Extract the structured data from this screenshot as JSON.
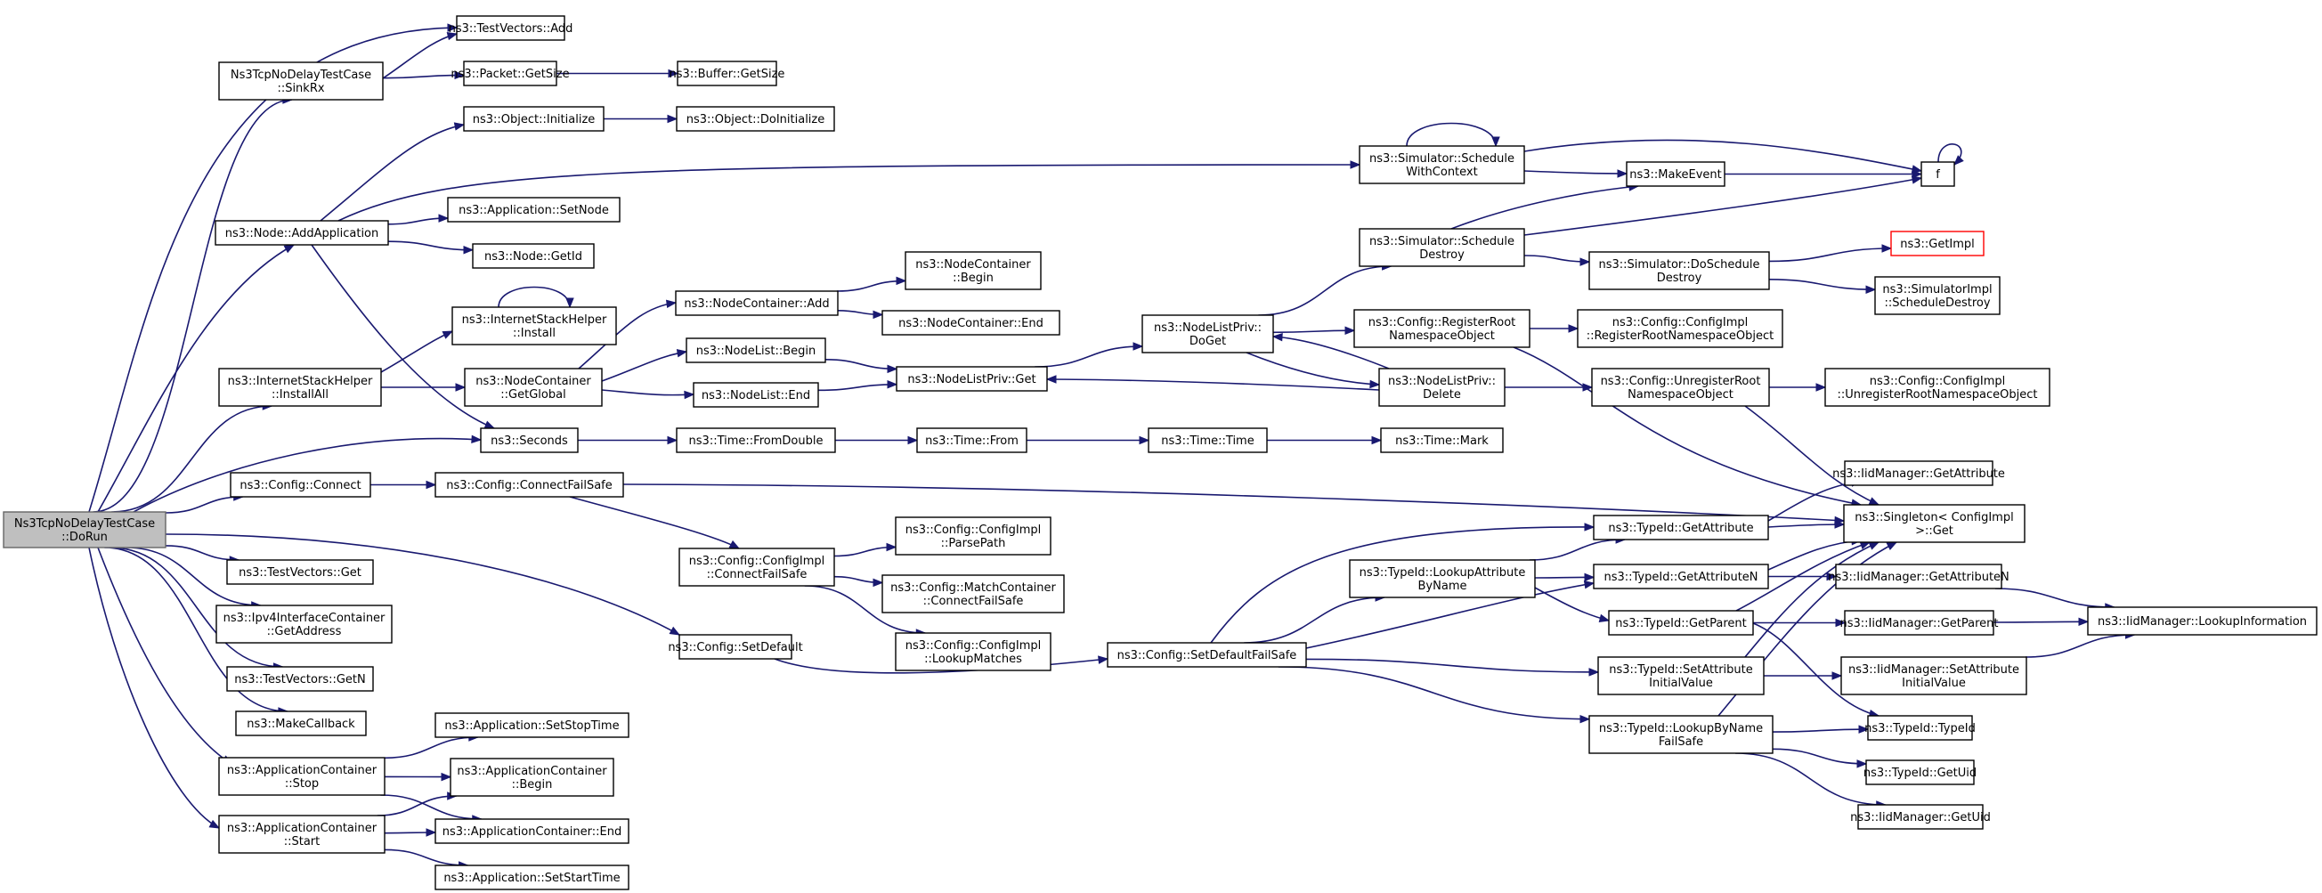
{
  "colors": {
    "edge": "#191970",
    "node_border": "#000000",
    "node_fill": "#ffffff",
    "root_fill": "#bfbfbf",
    "root_border": "#666666",
    "missing_border": "#ff0000"
  },
  "nodes": [
    {
      "id": "root",
      "lines": [
        "Ns3TcpNoDelayTestCase",
        "::DoRun"
      ],
      "root": true
    },
    {
      "id": "tva",
      "lines": [
        "ns3::TestVectors::Add"
      ]
    },
    {
      "id": "sinkrx",
      "lines": [
        "Ns3TcpNoDelayTestCase",
        "::SinkRx"
      ]
    },
    {
      "id": "pktsize",
      "lines": [
        "ns3::Packet::GetSize"
      ]
    },
    {
      "id": "bufsize",
      "lines": [
        "ns3::Buffer::GetSize"
      ]
    },
    {
      "id": "objinit",
      "lines": [
        "ns3::Object::Initialize"
      ]
    },
    {
      "id": "objdoinit",
      "lines": [
        "ns3::Object::DoInitialize"
      ]
    },
    {
      "id": "addapp",
      "lines": [
        "ns3::Node::AddApplication"
      ]
    },
    {
      "id": "setnode",
      "lines": [
        "ns3::Application::SetNode"
      ]
    },
    {
      "id": "getid",
      "lines": [
        "ns3::Node::GetId"
      ]
    },
    {
      "id": "ishinst",
      "lines": [
        "ns3::InternetStackHelper",
        "::Install"
      ]
    },
    {
      "id": "ishall",
      "lines": [
        "ns3::InternetStackHelper",
        "::InstallAll"
      ]
    },
    {
      "id": "ncglob",
      "lines": [
        "ns3::NodeContainer",
        "::GetGlobal"
      ]
    },
    {
      "id": "ncadd",
      "lines": [
        "ns3::NodeContainer::Add"
      ]
    },
    {
      "id": "ncbegin",
      "lines": [
        "ns3::NodeContainer",
        "::Begin"
      ]
    },
    {
      "id": "ncend",
      "lines": [
        "ns3::NodeContainer::End"
      ]
    },
    {
      "id": "nlbegin",
      "lines": [
        "ns3::NodeList::Begin"
      ]
    },
    {
      "id": "nlend",
      "lines": [
        "ns3::NodeList::End"
      ]
    },
    {
      "id": "nlpget",
      "lines": [
        "ns3::NodeListPriv::Get"
      ]
    },
    {
      "id": "nlpdoget",
      "lines": [
        "ns3::NodeListPriv::",
        "DoGet"
      ]
    },
    {
      "id": "nlpdel",
      "lines": [
        "ns3::NodeListPriv::",
        "Delete"
      ]
    },
    {
      "id": "seconds",
      "lines": [
        "ns3::Seconds"
      ]
    },
    {
      "id": "tfromdbl",
      "lines": [
        "ns3::Time::FromDouble"
      ]
    },
    {
      "id": "tfrom",
      "lines": [
        "ns3::Time::From"
      ]
    },
    {
      "id": "ttime",
      "lines": [
        "ns3::Time::Time"
      ]
    },
    {
      "id": "tmark",
      "lines": [
        "ns3::Time::Mark"
      ]
    },
    {
      "id": "cfgconn",
      "lines": [
        "ns3::Config::Connect"
      ]
    },
    {
      "id": "cfgconnfs",
      "lines": [
        "ns3::Config::ConnectFailSafe"
      ]
    },
    {
      "id": "ciconnfs",
      "lines": [
        "ns3::Config::ConfigImpl",
        "::ConnectFailSafe"
      ]
    },
    {
      "id": "ciparse",
      "lines": [
        "ns3::Config::ConfigImpl",
        "::ParsePath"
      ]
    },
    {
      "id": "mcconnfs",
      "lines": [
        "ns3::Config::MatchContainer",
        "::ConnectFailSafe"
      ]
    },
    {
      "id": "cilookup",
      "lines": [
        "ns3::Config::ConfigImpl",
        "::LookupMatches"
      ]
    },
    {
      "id": "cfgsetdef",
      "lines": [
        "ns3::Config::SetDefault"
      ]
    },
    {
      "id": "cfgsetdeffs",
      "lines": [
        "ns3::Config::SetDefaultFailSafe"
      ]
    },
    {
      "id": "tvget",
      "lines": [
        "ns3::TestVectors::Get"
      ]
    },
    {
      "id": "ipv4addr",
      "lines": [
        "ns3::Ipv4InterfaceContainer",
        "::GetAddress"
      ]
    },
    {
      "id": "tvgetn",
      "lines": [
        "ns3::TestVectors::GetN"
      ]
    },
    {
      "id": "mkcb",
      "lines": [
        "ns3::MakeCallback"
      ]
    },
    {
      "id": "acstop",
      "lines": [
        "ns3::ApplicationContainer",
        "::Stop"
      ]
    },
    {
      "id": "acstart",
      "lines": [
        "ns3::ApplicationContainer",
        "::Start"
      ]
    },
    {
      "id": "appstop",
      "lines": [
        "ns3::Application::SetStopTime"
      ]
    },
    {
      "id": "acbegin",
      "lines": [
        "ns3::ApplicationContainer",
        "::Begin"
      ]
    },
    {
      "id": "acend",
      "lines": [
        "ns3::ApplicationContainer::End"
      ]
    },
    {
      "id": "appstart",
      "lines": [
        "ns3::Application::SetStartTime"
      ]
    },
    {
      "id": "simsched",
      "lines": [
        "ns3::Simulator::Schedule",
        "WithContext"
      ]
    },
    {
      "id": "mkevent",
      "lines": [
        "ns3::MakeEvent"
      ]
    },
    {
      "id": "f",
      "lines": [
        "f"
      ]
    },
    {
      "id": "simdestroy",
      "lines": [
        "ns3::Simulator::Schedule",
        "Destroy"
      ]
    },
    {
      "id": "simdosched",
      "lines": [
        "ns3::Simulator::DoSchedule",
        "Destroy"
      ]
    },
    {
      "id": "getimpl",
      "lines": [
        "ns3::GetImpl"
      ],
      "missing": true
    },
    {
      "id": "simimpl",
      "lines": [
        "ns3::SimulatorImpl",
        "::ScheduleDestroy"
      ]
    },
    {
      "id": "cfgregroot",
      "lines": [
        "ns3::Config::RegisterRoot",
        "NamespaceObject"
      ]
    },
    {
      "id": "ciregroot",
      "lines": [
        "ns3::Config::ConfigImpl",
        "::RegisterRootNamespaceObject"
      ]
    },
    {
      "id": "cfgunreg",
      "lines": [
        "ns3::Config::UnregisterRoot",
        "NamespaceObject"
      ]
    },
    {
      "id": "ciunreg",
      "lines": [
        "ns3::Config::ConfigImpl",
        "::UnregisterRootNamespaceObject"
      ]
    },
    {
      "id": "iidgetattr",
      "lines": [
        "ns3::IidManager::GetAttribute"
      ]
    },
    {
      "id": "singleton",
      "lines": [
        "ns3::Singleton< ConfigImpl",
        " >::Get"
      ]
    },
    {
      "id": "tidgetattr",
      "lines": [
        "ns3::TypeId::GetAttribute"
      ]
    },
    {
      "id": "tidlookupattr",
      "lines": [
        "ns3::TypeId::LookupAttribute",
        "ByName"
      ]
    },
    {
      "id": "tidgetattrn",
      "lines": [
        "ns3::TypeId::GetAttributeN"
      ]
    },
    {
      "id": "iidgetattrn",
      "lines": [
        "ns3::IidManager::GetAttributeN"
      ]
    },
    {
      "id": "tidgetparent",
      "lines": [
        "ns3::TypeId::GetParent"
      ]
    },
    {
      "id": "iidgetparent",
      "lines": [
        "ns3::IidManager::GetParent"
      ]
    },
    {
      "id": "iidlookupinfo",
      "lines": [
        "ns3::IidManager::LookupInformation"
      ]
    },
    {
      "id": "tidsetattr",
      "lines": [
        "ns3::TypeId::SetAttribute",
        "InitialValue"
      ]
    },
    {
      "id": "iidsetattr",
      "lines": [
        "ns3::IidManager::SetAttribute",
        "InitialValue"
      ]
    },
    {
      "id": "tidlookupname",
      "lines": [
        "ns3::TypeId::LookupByName",
        "FailSafe"
      ]
    },
    {
      "id": "tidtypeid",
      "lines": [
        "ns3::TypeId::TypeId"
      ]
    },
    {
      "id": "tidgetuid",
      "lines": [
        "ns3::TypeId::GetUid"
      ]
    },
    {
      "id": "iidgetuid",
      "lines": [
        "ns3::IidManager::GetUid"
      ]
    }
  ],
  "edges": [
    [
      "root",
      "tva"
    ],
    [
      "root",
      "sinkrx"
    ],
    [
      "root",
      "addapp"
    ],
    [
      "root",
      "ishall"
    ],
    [
      "root",
      "seconds"
    ],
    [
      "root",
      "cfgconn"
    ],
    [
      "root",
      "cfgsetdef"
    ],
    [
      "root",
      "tvget"
    ],
    [
      "root",
      "ipv4addr"
    ],
    [
      "root",
      "tvgetn"
    ],
    [
      "root",
      "mkcb"
    ],
    [
      "root",
      "acstop"
    ],
    [
      "root",
      "acstart"
    ],
    [
      "sinkrx",
      "tva"
    ],
    [
      "sinkrx",
      "pktsize"
    ],
    [
      "pktsize",
      "bufsize"
    ],
    [
      "addapp",
      "objinit"
    ],
    [
      "addapp",
      "simsched"
    ],
    [
      "addapp",
      "setnode"
    ],
    [
      "addapp",
      "getid"
    ],
    [
      "addapp",
      "seconds"
    ],
    [
      "objinit",
      "objdoinit"
    ],
    [
      "ishinst",
      "ishinst"
    ],
    [
      "ishall",
      "ishinst"
    ],
    [
      "ishall",
      "ncglob"
    ],
    [
      "ncglob",
      "ncadd"
    ],
    [
      "ncglob",
      "nlbegin"
    ],
    [
      "ncglob",
      "nlend"
    ],
    [
      "ncadd",
      "ncbegin"
    ],
    [
      "ncadd",
      "ncend"
    ],
    [
      "nlbegin",
      "nlpget"
    ],
    [
      "nlend",
      "nlpget"
    ],
    [
      "nlpget",
      "nlpdoget"
    ],
    [
      "nlpdoget",
      "simdestroy"
    ],
    [
      "nlpdoget",
      "cfgregroot"
    ],
    [
      "nlpdel",
      "nlpdoget"
    ],
    [
      "nlpdoget",
      "nlpdel"
    ],
    [
      "nlpdel",
      "nlpget"
    ],
    [
      "nlpdel",
      "cfgunreg"
    ],
    [
      "seconds",
      "tfromdbl"
    ],
    [
      "tfromdbl",
      "tfrom"
    ],
    [
      "tfrom",
      "ttime"
    ],
    [
      "ttime",
      "tmark"
    ],
    [
      "cfgconn",
      "cfgconnfs"
    ],
    [
      "cfgconnfs",
      "ciconnfs"
    ],
    [
      "cfgconnfs",
      "singleton"
    ],
    [
      "ciconnfs",
      "ciparse"
    ],
    [
      "ciconnfs",
      "mcconnfs"
    ],
    [
      "ciconnfs",
      "cilookup"
    ],
    [
      "cfgsetdef",
      "cfgsetdeffs"
    ],
    [
      "cfgsetdeffs",
      "tidgetattr"
    ],
    [
      "cfgsetdeffs",
      "tidlookupattr"
    ],
    [
      "cfgsetdeffs",
      "tidgetattrn"
    ],
    [
      "cfgsetdeffs",
      "tidsetattr"
    ],
    [
      "cfgsetdeffs",
      "tidlookupname"
    ],
    [
      "acstop",
      "appstop"
    ],
    [
      "acstop",
      "acbegin"
    ],
    [
      "acstop",
      "acend"
    ],
    [
      "acstart",
      "acbegin"
    ],
    [
      "acstart",
      "acend"
    ],
    [
      "acstart",
      "appstart"
    ],
    [
      "simsched",
      "simsched"
    ],
    [
      "simsched",
      "mkevent"
    ],
    [
      "simsched",
      "f"
    ],
    [
      "mkevent",
      "f"
    ],
    [
      "f",
      "f"
    ],
    [
      "simdestroy",
      "mkevent"
    ],
    [
      "simdestroy",
      "f"
    ],
    [
      "simdestroy",
      "simdosched"
    ],
    [
      "simdosched",
      "getimpl"
    ],
    [
      "simdosched",
      "simimpl"
    ],
    [
      "cfgregroot",
      "ciregroot"
    ],
    [
      "cfgregroot",
      "singleton"
    ],
    [
      "cfgunreg",
      "ciunreg"
    ],
    [
      "cfgunreg",
      "singleton"
    ],
    [
      "tidgetattr",
      "iidgetattr"
    ],
    [
      "tidgetattr",
      "singleton"
    ],
    [
      "tidlookupattr",
      "tidgetattr"
    ],
    [
      "tidlookupattr",
      "tidgetattrn"
    ],
    [
      "tidlookupattr",
      "tidgetparent"
    ],
    [
      "tidgetattrn",
      "iidgetattrn"
    ],
    [
      "tidgetattrn",
      "singleton"
    ],
    [
      "tidgetparent",
      "iidgetparent"
    ],
    [
      "tidgetparent",
      "singleton"
    ],
    [
      "tidgetparent",
      "tidtypeid"
    ],
    [
      "iidgetattrn",
      "iidlookupinfo"
    ],
    [
      "iidgetparent",
      "iidlookupinfo"
    ],
    [
      "iidsetattr",
      "iidlookupinfo"
    ],
    [
      "tidsetattr",
      "iidsetattr"
    ],
    [
      "tidsetattr",
      "singleton"
    ],
    [
      "tidlookupname",
      "singleton"
    ],
    [
      "tidlookupname",
      "tidtypeid"
    ],
    [
      "tidlookupname",
      "tidgetuid"
    ],
    [
      "tidlookupname",
      "iidgetuid"
    ]
  ]
}
